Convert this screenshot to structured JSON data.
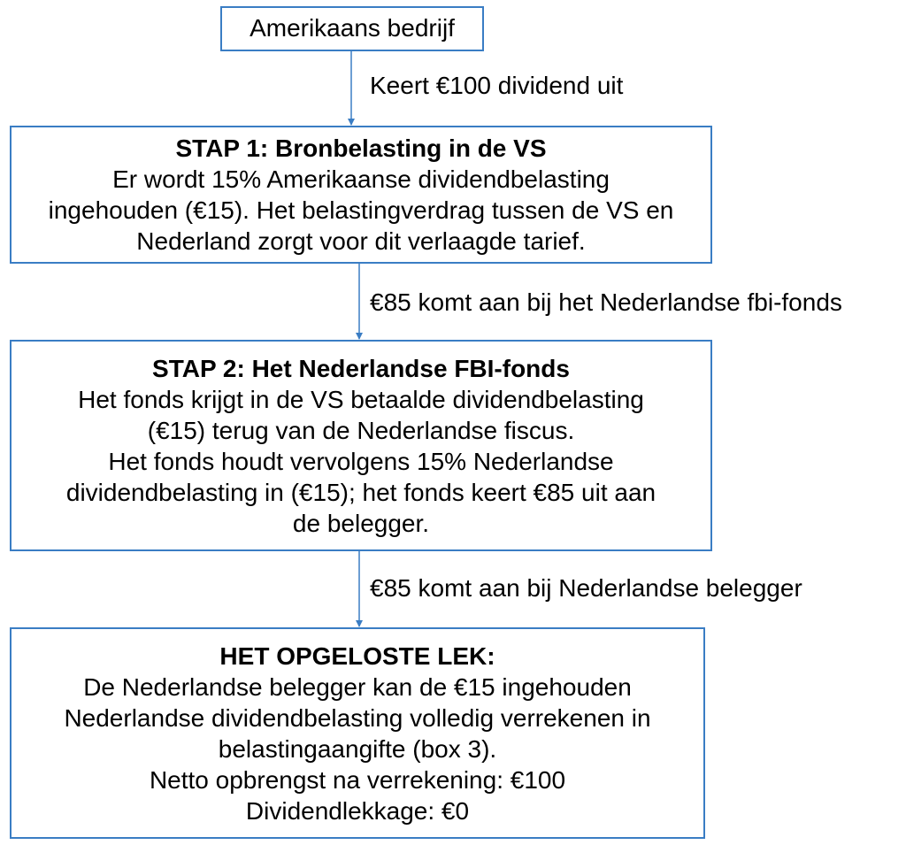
{
  "colors": {
    "box_border": "#3a7dc4",
    "arrow": "#3a7dc4",
    "text": "#000000",
    "background": "#ffffff"
  },
  "nodes": {
    "start": {
      "text": "Amerikaans bedrijf"
    },
    "step1": {
      "title": "STAP 1: Bronbelasting in de VS",
      "lines": [
        "Er wordt 15% Amerikaanse dividendbelasting",
        "ingehouden (€15). Het belastingverdrag tussen de VS en",
        "Nederland zorgt voor dit verlaagde tarief."
      ]
    },
    "step2": {
      "title": "STAP 2: Het Nederlandse FBI-fonds",
      "lines": [
        "Het fonds krijgt in de VS betaalde dividendbelasting",
        "(€15) terug van de Nederlandse fiscus.",
        "Het fonds houdt vervolgens 15% Nederlandse",
        "dividendbelasting in (€15); het fonds keert €85 uit aan",
        "de belegger."
      ]
    },
    "step3": {
      "title": "HET OPGELOSTE LEK:",
      "lines": [
        "De Nederlandse belegger kan de €15 ingehouden",
        "Nederlandse dividendbelasting volledig verrekenen in",
        "belastingaangifte (box 3).",
        "Netto opbrengst na verrekening: €100",
        "Dividendlekkage: €0"
      ]
    }
  },
  "edges": [
    {
      "label": "Keert €100 dividend uit"
    },
    {
      "label": "€85 komt aan bij het Nederlandse fbi-fonds"
    },
    {
      "label": "€85 komt aan bij Nederlandse belegger"
    }
  ]
}
